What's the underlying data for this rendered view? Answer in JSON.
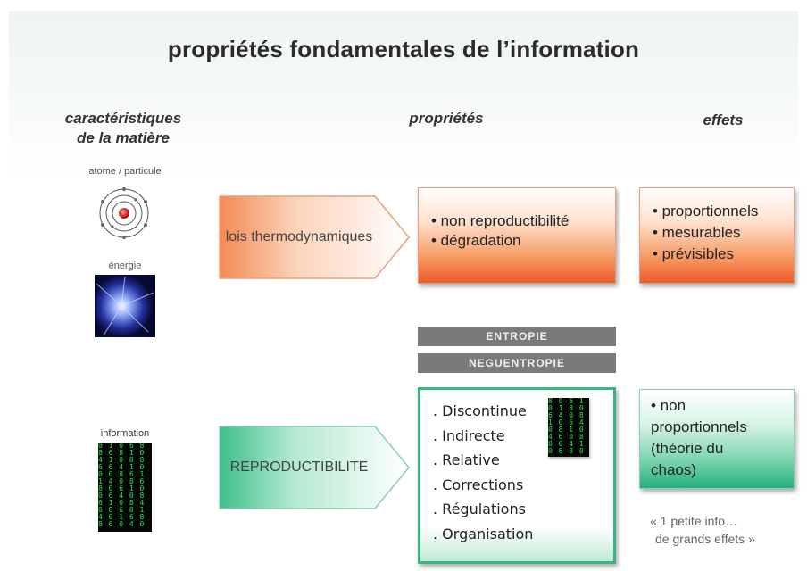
{
  "title": "propriétés fondamentales de l’information",
  "columns": {
    "matter": [
      "caractéristiques",
      "de la matière"
    ],
    "properties": "propriétés",
    "effects": "effets"
  },
  "left": {
    "atom_label": "atome / particule",
    "energy_label": "énergie",
    "information_label": "information"
  },
  "top_row": {
    "arrow_label": "lois thermodynamiques",
    "properties": [
      "• non reproductibilité",
      "• dégradation"
    ],
    "effects": [
      "• proportionnels",
      "• mesurables",
      "• prévisibles"
    ]
  },
  "bars": {
    "entropie": "ENTROPIE",
    "neguentropie": "NEGUENTROPIE"
  },
  "bottom_row": {
    "arrow_label": "REPRODUCTIBILITE",
    "properties": [
      ". Discontinue",
      ". Indirecte",
      ". Relative",
      ". Corrections",
      ". Régulations",
      ". Organisation"
    ],
    "effects": [
      "• non",
      "proportionnels",
      "(théorie du",
      "chaos)"
    ],
    "quote": [
      "« 1 petite info…",
      "de grands effets »"
    ]
  },
  "colors": {
    "orange": "#ee5a2a",
    "green": "#25b07c",
    "grey_bar": "#7a7a7a"
  }
}
